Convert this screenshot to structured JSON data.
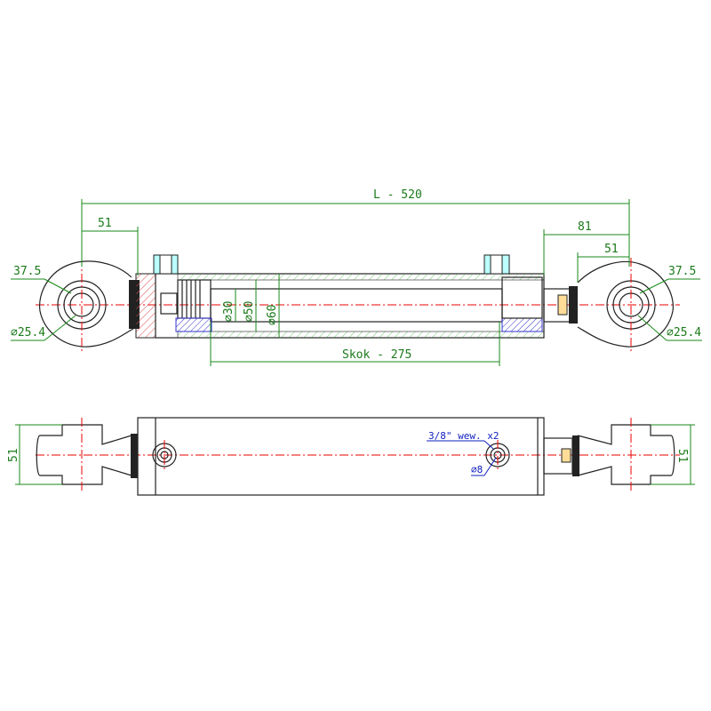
{
  "top_view": {
    "length_label": "L - 520",
    "left_offset": "51",
    "right_offset_outer": "81",
    "right_offset_inner": "51",
    "left_eye_radius": "37.5",
    "right_eye_radius": "37.5",
    "left_pin_dia": "⌀25.4",
    "right_pin_dia": "⌀25.4",
    "rod_dia": "⌀30",
    "piston_dia": "⌀50",
    "barrel_dia": "⌀60",
    "stroke_label": "Skok - 275"
  },
  "bottom_view": {
    "left_width": "51",
    "right_width": "51",
    "port_thread": "3/8\" wew. x2",
    "port_dia": "⌀8"
  },
  "colors": {
    "dimension": "#1a7a1a",
    "centerline": "#e00000",
    "port": "#1020c0",
    "fitting": "#40c8c8"
  }
}
